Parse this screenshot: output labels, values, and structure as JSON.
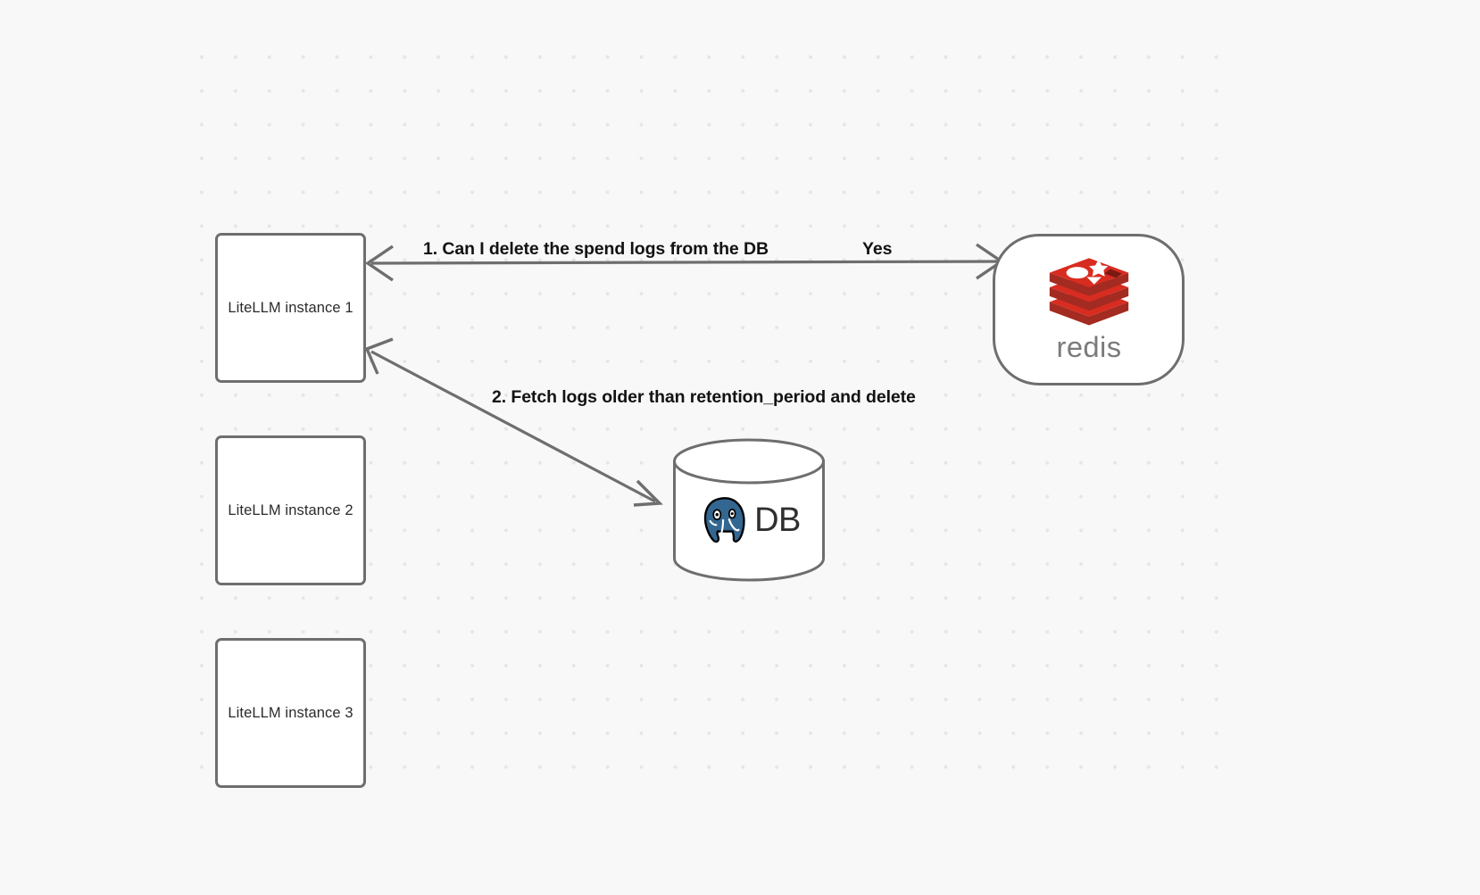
{
  "diagram": {
    "background_color": "#f8f8f8",
    "dot_color": "#e6e6e8",
    "stroke_color": "#6e6e6e",
    "nodes": [
      {
        "id": "litellm-1",
        "label": "LiteLLM instance 1",
        "shape": "rounded-rect"
      },
      {
        "id": "litellm-2",
        "label": "LiteLLM instance 2",
        "shape": "rounded-rect"
      },
      {
        "id": "litellm-3",
        "label": "LiteLLM instance 3",
        "shape": "rounded-rect"
      },
      {
        "id": "redis",
        "label": "redis",
        "shape": "stadium",
        "logo": "redis-logo-icon",
        "logo_color": "#d82c20",
        "wordmark_color": "#7a7a7a"
      },
      {
        "id": "db",
        "label": "DB",
        "shape": "cylinder",
        "logo": "postgresql-elephant-icon",
        "logo_color": "#336791"
      }
    ],
    "edges": [
      {
        "id": "edge-step1",
        "from": "litellm-1",
        "to": "redis",
        "label": "1.  Can I delete the spend logs from the DB",
        "direction": "bidirectional"
      },
      {
        "id": "edge-yes",
        "from": "redis",
        "to": "litellm-1",
        "label": "Yes",
        "direction": "backward"
      },
      {
        "id": "edge-step2",
        "from": "litellm-1",
        "to": "db",
        "label": "2.  Fetch logs older than retention_period and delete",
        "direction": "bidirectional"
      }
    ]
  }
}
